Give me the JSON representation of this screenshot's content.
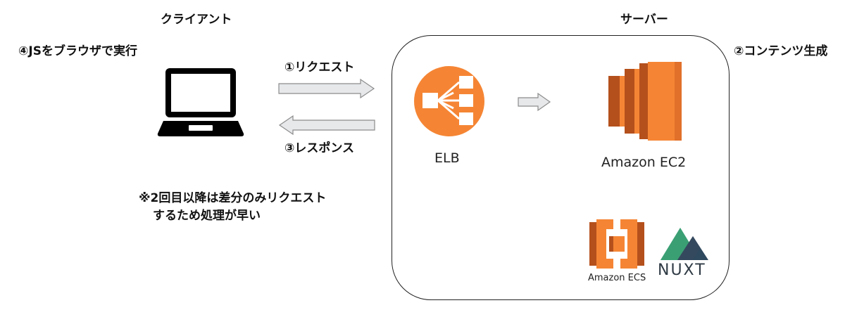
{
  "headings": {
    "client": "クライアント",
    "server": "サーバー"
  },
  "steps": {
    "request": "①リクエスト",
    "content_generation": "②コンテンツ生成",
    "response": "③レスポンス",
    "render_js": "④JSをブラウザで実行"
  },
  "note": {
    "line1": "※2回目以降は差分のみリクエスト",
    "line2": "するため処理が早い"
  },
  "components": {
    "elb": "ELB",
    "ec2": "Amazon EC2",
    "ecs": "Amazon ECS",
    "nuxt": "NUXT"
  },
  "icons": {
    "client": "laptop-icon",
    "elb": "load-balancer-icon",
    "ec2": "ec2-instance-icon",
    "ecs": "ecs-icon",
    "nuxt": "nuxt-logo"
  },
  "colors": {
    "aws_orange": "#f58534",
    "aws_orange_dark": "#b4501c",
    "arrow_fill": "#e6e8ea",
    "arrow_stroke": "#8c8c8c",
    "nuxt_green_light": "#41b883",
    "nuxt_green_dark": "#2f495e"
  }
}
